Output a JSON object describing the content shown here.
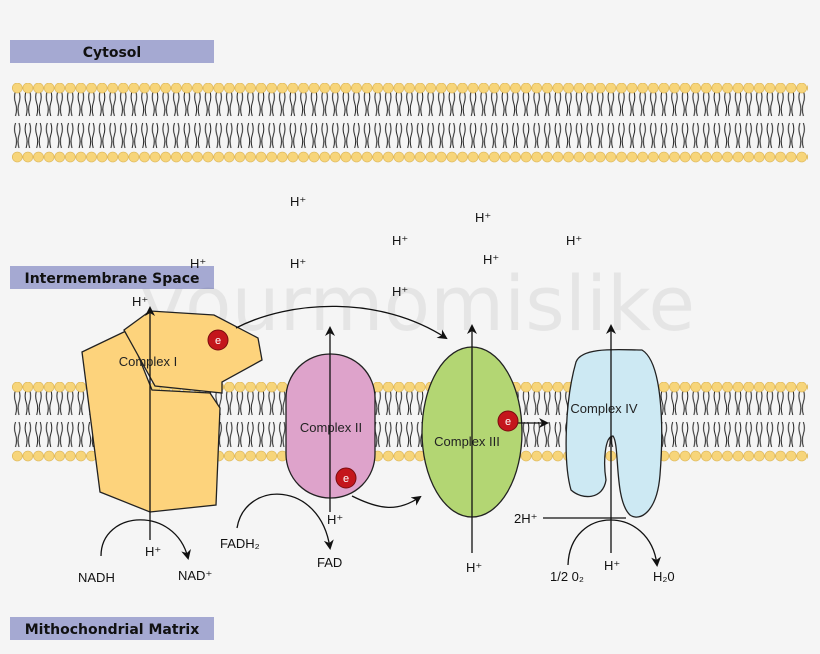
{
  "regions": {
    "cytosol": "Cytosol",
    "intermembrane": "Intermembrane Space",
    "matrix": "Mithochondrial Matrix"
  },
  "complexes": {
    "c1": "Complex I",
    "c2": "Complex II",
    "c3": "Complex III",
    "c4": "Complex IV"
  },
  "electron": "e",
  "labels": {
    "hplus": "H⁺",
    "nadh": "NADH",
    "nad": "NAD⁺",
    "fadh2": "FADH₂",
    "fad": "FAD",
    "two_h": "2H⁺",
    "half_o2": "1/2 0₂",
    "h2o": "H₂0"
  },
  "watermark": "yourmomislike",
  "colors": {
    "region_box": "#a5a9d2",
    "complex1": "#fdd37c",
    "complex2": "#dea3cb",
    "complex3": "#b3d673",
    "complex4": "#cde9f3",
    "lipid_head": "#f7d57a",
    "electron": "#c4161c"
  }
}
